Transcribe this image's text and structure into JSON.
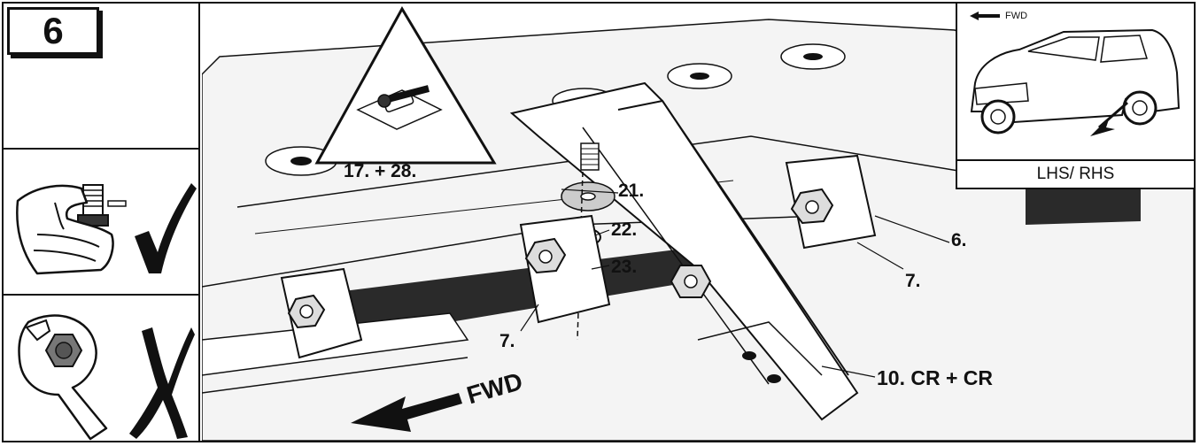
{
  "step": {
    "number": "6"
  },
  "warning": {
    "label": "17. + 28."
  },
  "inset": {
    "fwd": "FWD",
    "caption": "LHS/ RHS"
  },
  "callouts": {
    "l21": "21.",
    "l22": "22.",
    "l23": "23.",
    "l6": "6.",
    "l7_right": "7.",
    "l7_left": "7.",
    "l10": "10. CR + CR",
    "fwd": "FWD"
  },
  "icons": {
    "correct": "check-mark-icon",
    "wrong": "cross-mark-icon"
  },
  "colors": {
    "ink": "#111111",
    "rubber": "#2a2a2a",
    "panel": "#f4f4f4"
  }
}
